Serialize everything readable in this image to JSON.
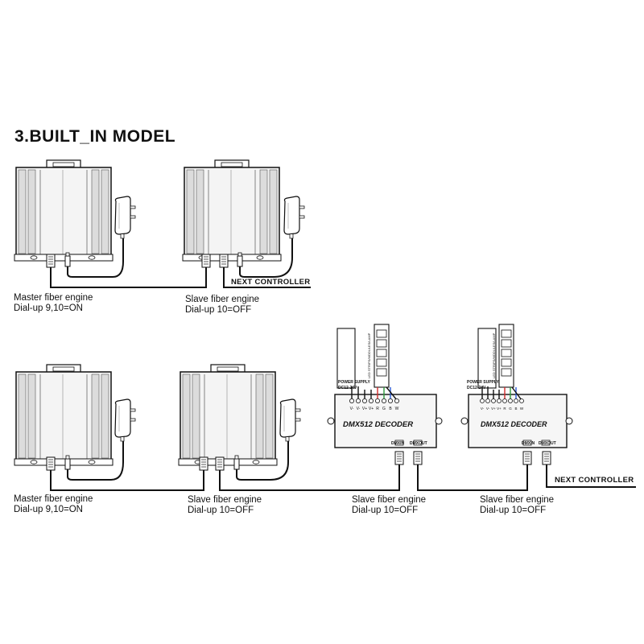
{
  "title": "3.BUILT_IN MODEL",
  "top_row": {
    "master_name": "Master fiber engine",
    "master_dial": "Dial-up  9,10=ON",
    "slave_name": "Slave fiber engine",
    "slave_dial": "Dial-up  10=OFF",
    "next_controller": "NEXT CONTROLLER"
  },
  "bottom_row": {
    "master_name": "Master fiber engine",
    "master_dial": "Dial-up  9,10=ON",
    "slave1_name": "Slave fiber engine",
    "slave1_dial": "Dial-up  10=OFF",
    "slave2_name": "Slave fiber engine",
    "slave2_dial": "Dial-up  10=OFF",
    "slave3_name": "Slave fiber engine",
    "slave3_dial": "Dial-up  10=OFF",
    "next_controller": "NEXT CONTROLLER"
  },
  "decoder": {
    "label": "DMX512 DECODER",
    "power_supply": "POWER SUPPLY",
    "voltage": "DC12-24V",
    "lamp_label": "LED STRIPS/MODULES/LAMP",
    "terminals": [
      "V-",
      "V-",
      "V+",
      "V+",
      "R",
      "G",
      "B",
      "W"
    ],
    "dmx_in": "DMXIN",
    "dmx_out": "DMXOUT"
  },
  "colors": {
    "line": "#111111",
    "body": "#f4f4f4",
    "fin": "#d9d9d9",
    "wire_r": "#d22b2b",
    "wire_g": "#2e9a3c",
    "wire_b": "#2a5bd7"
  }
}
